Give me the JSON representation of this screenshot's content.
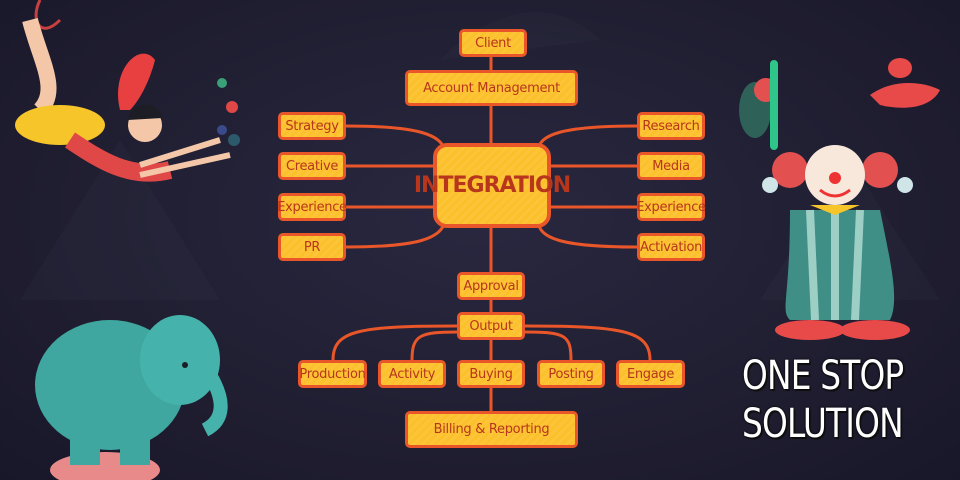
{
  "diagram": {
    "center": "INTEGRATION",
    "top": [
      "Client",
      "Account Management"
    ],
    "left": [
      "Strategy",
      "Creative",
      "Experience",
      "PR"
    ],
    "right": [
      "Research",
      "Media",
      "Experience",
      "Activation"
    ],
    "approval": "Approval",
    "output": "Output",
    "outputs": [
      "Production",
      "Activity",
      "Buying",
      "Posting",
      "Engage"
    ],
    "bottom": "Billing & Reporting"
  },
  "tagline": {
    "line1": "ONE STOP",
    "line2": "SOLUTION"
  },
  "colors": {
    "node_fill": "#fcc02a",
    "node_border": "#e8562a",
    "node_text": "#b8361c",
    "background": "#1f1d30"
  }
}
